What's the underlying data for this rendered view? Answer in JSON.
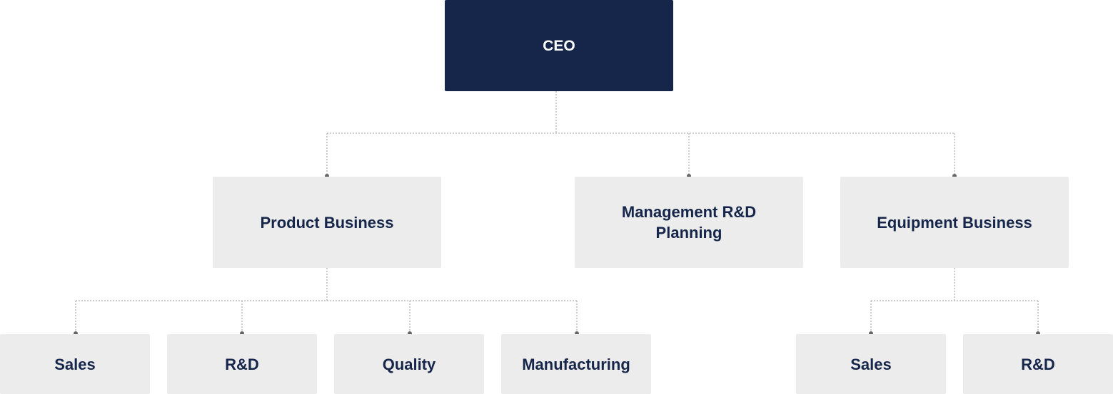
{
  "org_chart": {
    "root": {
      "label": "CEO"
    },
    "departments": [
      {
        "label": "Product Business"
      },
      {
        "label": "Management R&D Planning"
      },
      {
        "label": "Equipment Business"
      }
    ],
    "product_business_units": [
      {
        "label": "Sales"
      },
      {
        "label": "R&D"
      },
      {
        "label": "Quality"
      },
      {
        "label": "Manufacturing"
      }
    ],
    "equipment_business_units": [
      {
        "label": "Sales"
      },
      {
        "label": "R&D"
      }
    ],
    "colors": {
      "root_fill": "#15264a",
      "root_text": "#ffffff",
      "node_fill": "#ececec",
      "node_text": "#15264a",
      "connector": "#bdbdbd",
      "connector_dot": "#666666"
    }
  }
}
